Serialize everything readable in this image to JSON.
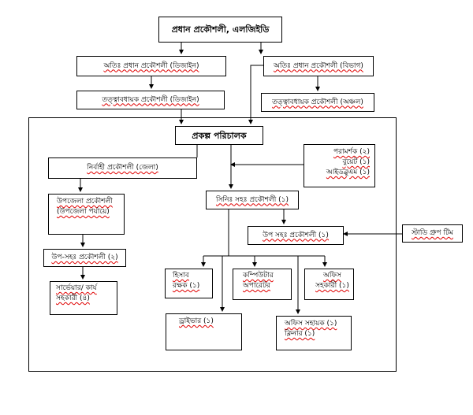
{
  "nodes": {
    "chief_engineer": "প্রধান প্রকৌশলী, এলজিইডি",
    "acd_design": "অতিঃ প্রধান প্রকৌশলী (ডিজাইন)",
    "acd_division": "অতিঃ প্রধান প্রকৌশলী (বিভাগ)",
    "se_design": "তত্ত্বাবধায়ক প্রকৌশলী (ডিজাইন)",
    "se_region": "তত্ত্বাবধায়ক প্রকৌশলী (অঞ্চল)",
    "project_director": "প্রকল্প পরিচালক",
    "consultants": {
      "line1": "পরামর্শক (২)",
      "line2": "বুয়েট (১)",
      "line3": "আইডব্লুএম (১)"
    },
    "exec_engineer": "নির্বাহী প্রকৌশলী (জেলা)",
    "senior_asst_engineer": "সিনিঃ সহঃ প্রকৌশলী (১)",
    "upazila_engineer": {
      "line1": "উপজেলা প্রকৌশলী",
      "line2": "(উপজেলা পর্যায়ে)"
    },
    "asst_engineer": "উপ সহঃ প্রকৌশলী (১)",
    "study_team": "স্টাডি গ্রুপ টিম",
    "sub_asst_engineer": "উপ-সহঃ প্রকৌশলী (২)",
    "surveyor": {
      "line1": "সার্ভেয়ার/ কার্য",
      "line2": "সহকারী (৪)"
    },
    "accountant": {
      "line1": "হিসাব",
      "line2": "রক্ষক (১)"
    },
    "computer_operator": {
      "line1": "কম্পিউটার",
      "line2": "অপারেটর"
    },
    "office_assistant_1": {
      "line1": "অফিস",
      "line2": "সহকারী (১)"
    },
    "driver": "ড্রাইভার (১)",
    "office_assistant_2": {
      "line1": "অফিস সহায়ক (১)",
      "line2": "ক্লিনার (১)"
    }
  }
}
